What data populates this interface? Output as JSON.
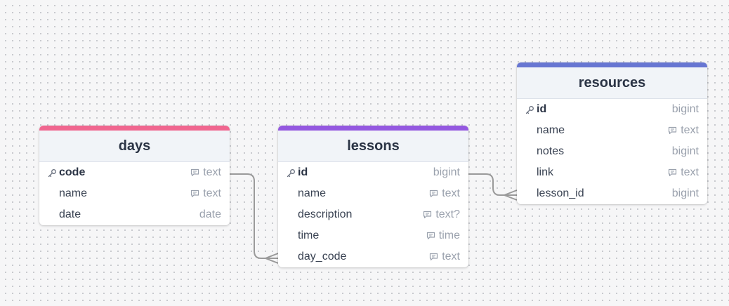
{
  "colors": {
    "days": "#f0668f",
    "lessons": "#9458e0",
    "resources": "#6776d2",
    "edge": "#9a9a9a"
  },
  "tables": {
    "days": {
      "name": "days",
      "fields": [
        {
          "name": "code",
          "type": "text",
          "pk": true,
          "note": true
        },
        {
          "name": "name",
          "type": "text",
          "pk": false,
          "note": true
        },
        {
          "name": "date",
          "type": "date",
          "pk": false,
          "note": false
        }
      ]
    },
    "lessons": {
      "name": "lessons",
      "fields": [
        {
          "name": "id",
          "type": "bigint",
          "pk": true,
          "note": false
        },
        {
          "name": "name",
          "type": "text",
          "pk": false,
          "note": true
        },
        {
          "name": "description",
          "type": "text?",
          "pk": false,
          "note": true
        },
        {
          "name": "time",
          "type": "time",
          "pk": false,
          "note": true
        },
        {
          "name": "day_code",
          "type": "text",
          "pk": false,
          "note": true
        }
      ]
    },
    "resources": {
      "name": "resources",
      "fields": [
        {
          "name": "id",
          "type": "bigint",
          "pk": true,
          "note": false
        },
        {
          "name": "name",
          "type": "text",
          "pk": false,
          "note": true
        },
        {
          "name": "notes",
          "type": "bigint",
          "pk": false,
          "note": false
        },
        {
          "name": "link",
          "type": "text",
          "pk": false,
          "note": true
        },
        {
          "name": "lesson_id",
          "type": "bigint",
          "pk": false,
          "note": false
        }
      ]
    }
  },
  "relations": [
    {
      "from": "days.code",
      "to": "lessons.day_code",
      "from_card": "one",
      "to_card": "many"
    },
    {
      "from": "lessons.id",
      "to": "resources.lesson_id",
      "from_card": "one",
      "to_card": "many"
    }
  ]
}
